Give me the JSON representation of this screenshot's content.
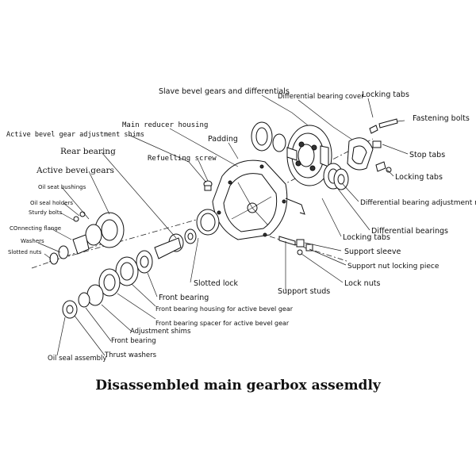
{
  "caption": "Disassembled main gearbox assemdly",
  "labels": {
    "slave_bevel": "Slave bevel gears and differentials",
    "diff_bearing_cover": "Differential bearing cover",
    "locking_tabs_top": "Locking tabs",
    "fastening_bolts": "Fastening bolts",
    "stop_tabs": "Stop tabs",
    "locking_tabs_right": "Locking tabs",
    "diff_adj_nut": "Differential bearing adjustment nut",
    "diff_bearings": "Differential bearings",
    "locking_tabs_mid": "Locking tabs",
    "support_sleeve": "Support sleeve",
    "support_nut_locking": "Support nut locking piece",
    "lock_nuts": "Lock nuts",
    "support_studs": "Support studs",
    "main_reducer": "Main reducer housing",
    "active_adj_shims": "Active bevel gear adjustment shims",
    "padding": "Padding",
    "rear_bearing": "Rear bearing",
    "refuelling_screw": "Refuelling screw",
    "active_bevel_gears": "Active bevei gears",
    "oil_seal_bushings": "Oil seat bushings",
    "oil_seal_holders": "Oil seal holders",
    "sturdy_bolts": "Sturdy bolts",
    "connecting_flange": "COnnecting flange",
    "washers": "Washers",
    "slotted_nuts": "Slotted nuts",
    "slotted_lock": "Slotted lock",
    "front_bearing": "Front bearing",
    "front_bearing_housing": "Front bearing housing for active bevel gear",
    "front_bearing_spacer": "Front bearing spacer for active bevel gear",
    "adjustment_shims": "Adjustment shims",
    "front_bearing_2": "Front bearing",
    "thrust_washers": "Thrust washers",
    "oil_seal_assembly": "Oil seal assembly"
  }
}
